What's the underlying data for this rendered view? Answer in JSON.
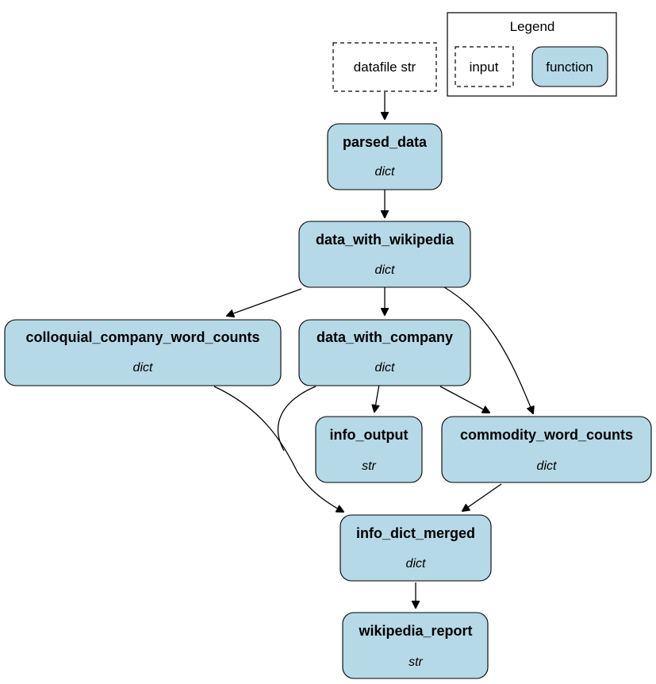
{
  "legend": {
    "title": "Legend",
    "input_label": "input",
    "function_label": "function"
  },
  "input_node": {
    "label": "datafile str"
  },
  "nodes": {
    "parsed_data": {
      "name": "parsed_data",
      "type": "dict"
    },
    "data_with_wikipedia": {
      "name": "data_with_wikipedia",
      "type": "dict"
    },
    "colloquial_company_word_counts": {
      "name": "colloquial_company_word_counts",
      "type": "dict"
    },
    "data_with_company": {
      "name": "data_with_company",
      "type": "dict"
    },
    "info_output": {
      "name": "info_output",
      "type": "str"
    },
    "commodity_word_counts": {
      "name": "commodity_word_counts",
      "type": "dict"
    },
    "info_dict_merged": {
      "name": "info_dict_merged",
      "type": "dict"
    },
    "wikipedia_report": {
      "name": "wikipedia_report",
      "type": "str"
    }
  },
  "edges": [
    {
      "from": "datafile",
      "to": "parsed_data"
    },
    {
      "from": "parsed_data",
      "to": "data_with_wikipedia"
    },
    {
      "from": "data_with_wikipedia",
      "to": "colloquial_company_word_counts"
    },
    {
      "from": "data_with_wikipedia",
      "to": "data_with_company"
    },
    {
      "from": "data_with_wikipedia",
      "to": "commodity_word_counts"
    },
    {
      "from": "data_with_company",
      "to": "info_output"
    },
    {
      "from": "data_with_company",
      "to": "commodity_word_counts"
    },
    {
      "from": "data_with_company",
      "to": "info_dict_merged"
    },
    {
      "from": "colloquial_company_word_counts",
      "to": "info_dict_merged"
    },
    {
      "from": "commodity_word_counts",
      "to": "info_dict_merged"
    },
    {
      "from": "info_dict_merged",
      "to": "wikipedia_report"
    }
  ],
  "colors": {
    "function_fill": "#b5d9e6",
    "stroke": "#000000",
    "background": "#ffffff"
  }
}
